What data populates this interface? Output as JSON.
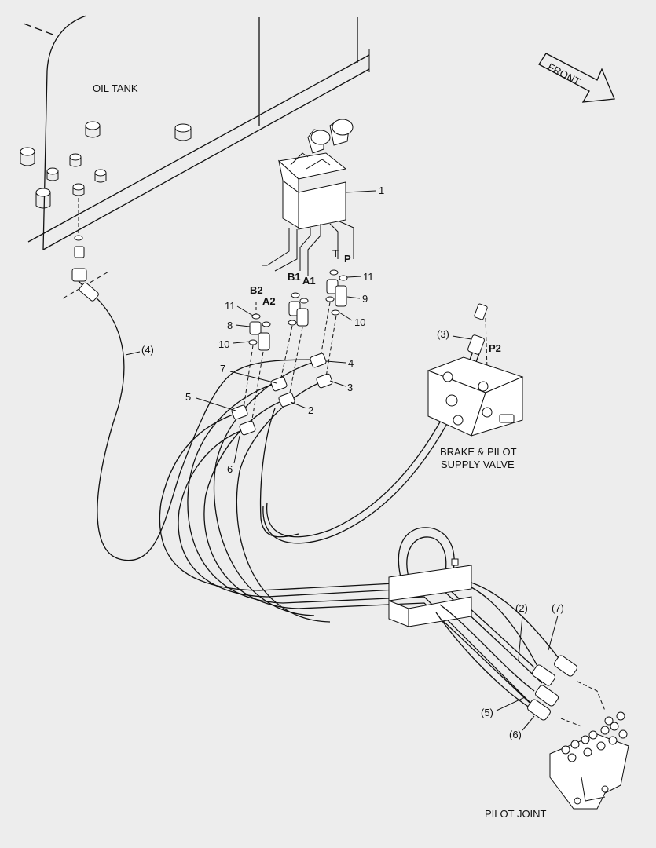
{
  "labels": {
    "oil_tank": "OIL TANK",
    "front": "FRONT",
    "brake_valve_line1": "BRAKE & PILOT",
    "brake_valve_line2": "SUPPLY VALVE",
    "pilot_joint": "PILOT JOINT",
    "port_b2": "B2",
    "port_a2": "A2",
    "port_b1": "B1",
    "port_a1": "A1",
    "port_t": "T",
    "port_p": "P",
    "port_p2": "P2"
  },
  "callouts": {
    "c1": "1",
    "c2": "2",
    "c3": "3",
    "c4": "4",
    "c5": "5",
    "c6": "6",
    "c7": "7",
    "c8": "8",
    "c9": "9",
    "c10a": "10",
    "c10b": "10",
    "c11a": "11",
    "c11b": "11",
    "p3": "(3)",
    "p4": "(4)",
    "p2": "(2)",
    "p7": "(7)",
    "p5": "(5)",
    "p6": "(6)"
  }
}
